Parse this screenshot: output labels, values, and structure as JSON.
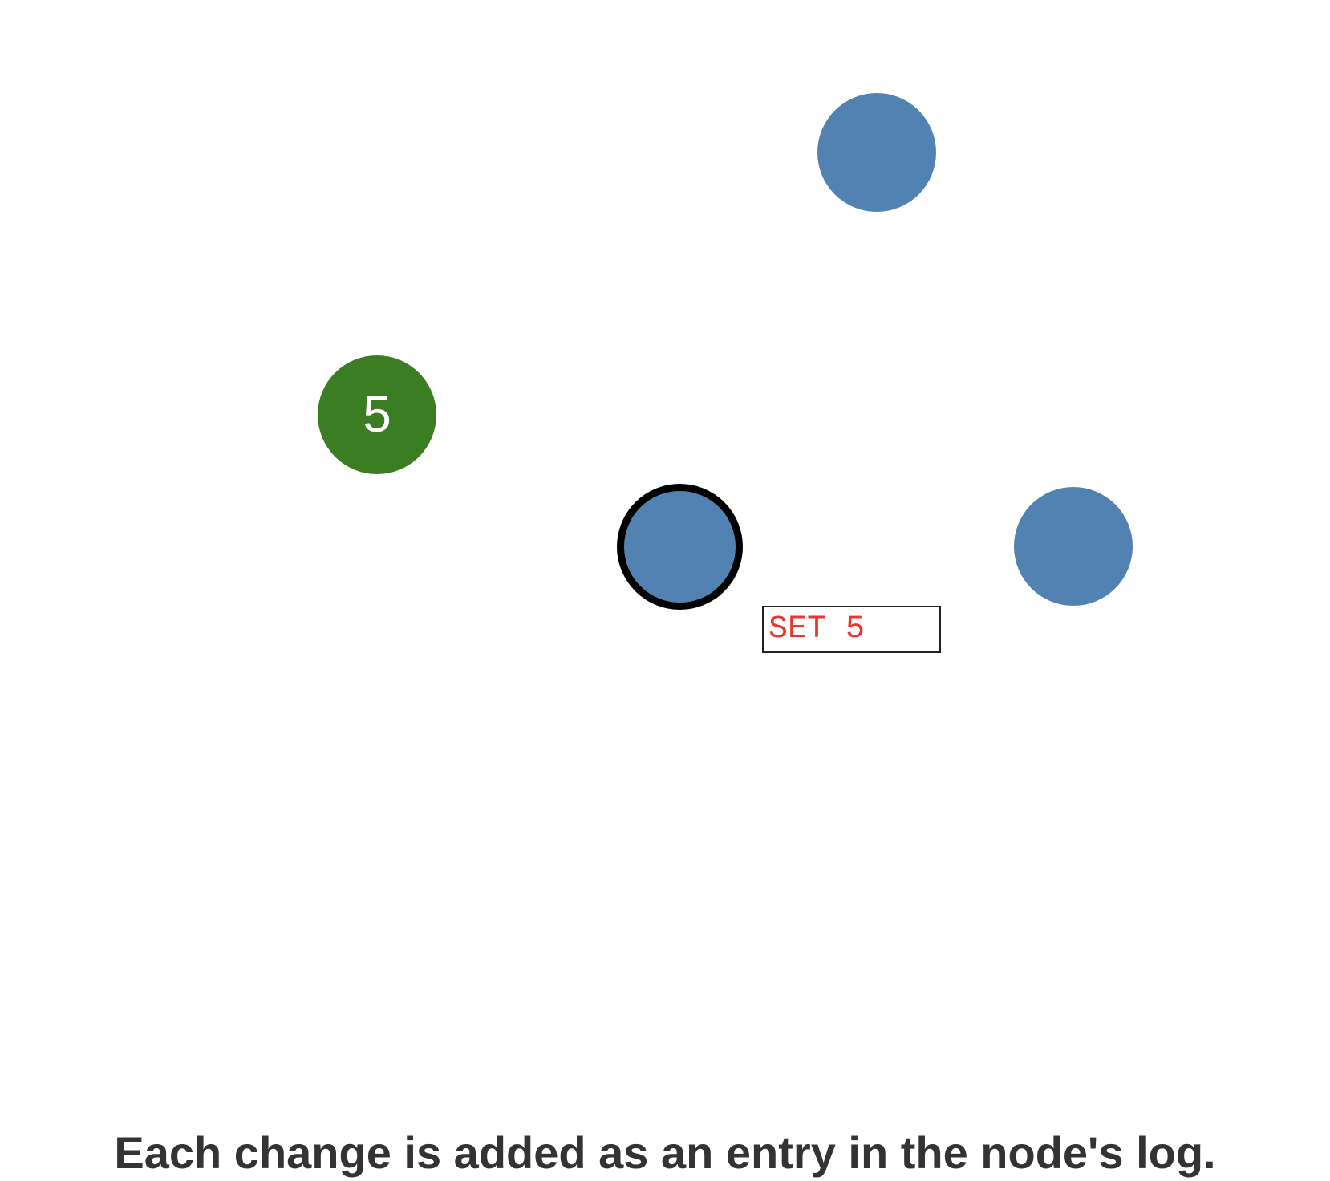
{
  "colors": {
    "follower_node": "#5282b1",
    "leader_node": "#3a7d23",
    "selected_border": "#000000",
    "log_entry_text": "#e8372c",
    "caption_text": "#333333"
  },
  "nodes": [
    {
      "id": "node-top",
      "state": "follower",
      "value": ""
    },
    {
      "id": "node-left",
      "state": "leader",
      "value": "5"
    },
    {
      "id": "node-center",
      "state": "follower",
      "selected": true,
      "value": ""
    },
    {
      "id": "node-right",
      "state": "follower",
      "value": ""
    }
  ],
  "log_entry": {
    "text": "SET 5"
  },
  "caption": {
    "text": "Each change is added as an entry in the node's log."
  }
}
